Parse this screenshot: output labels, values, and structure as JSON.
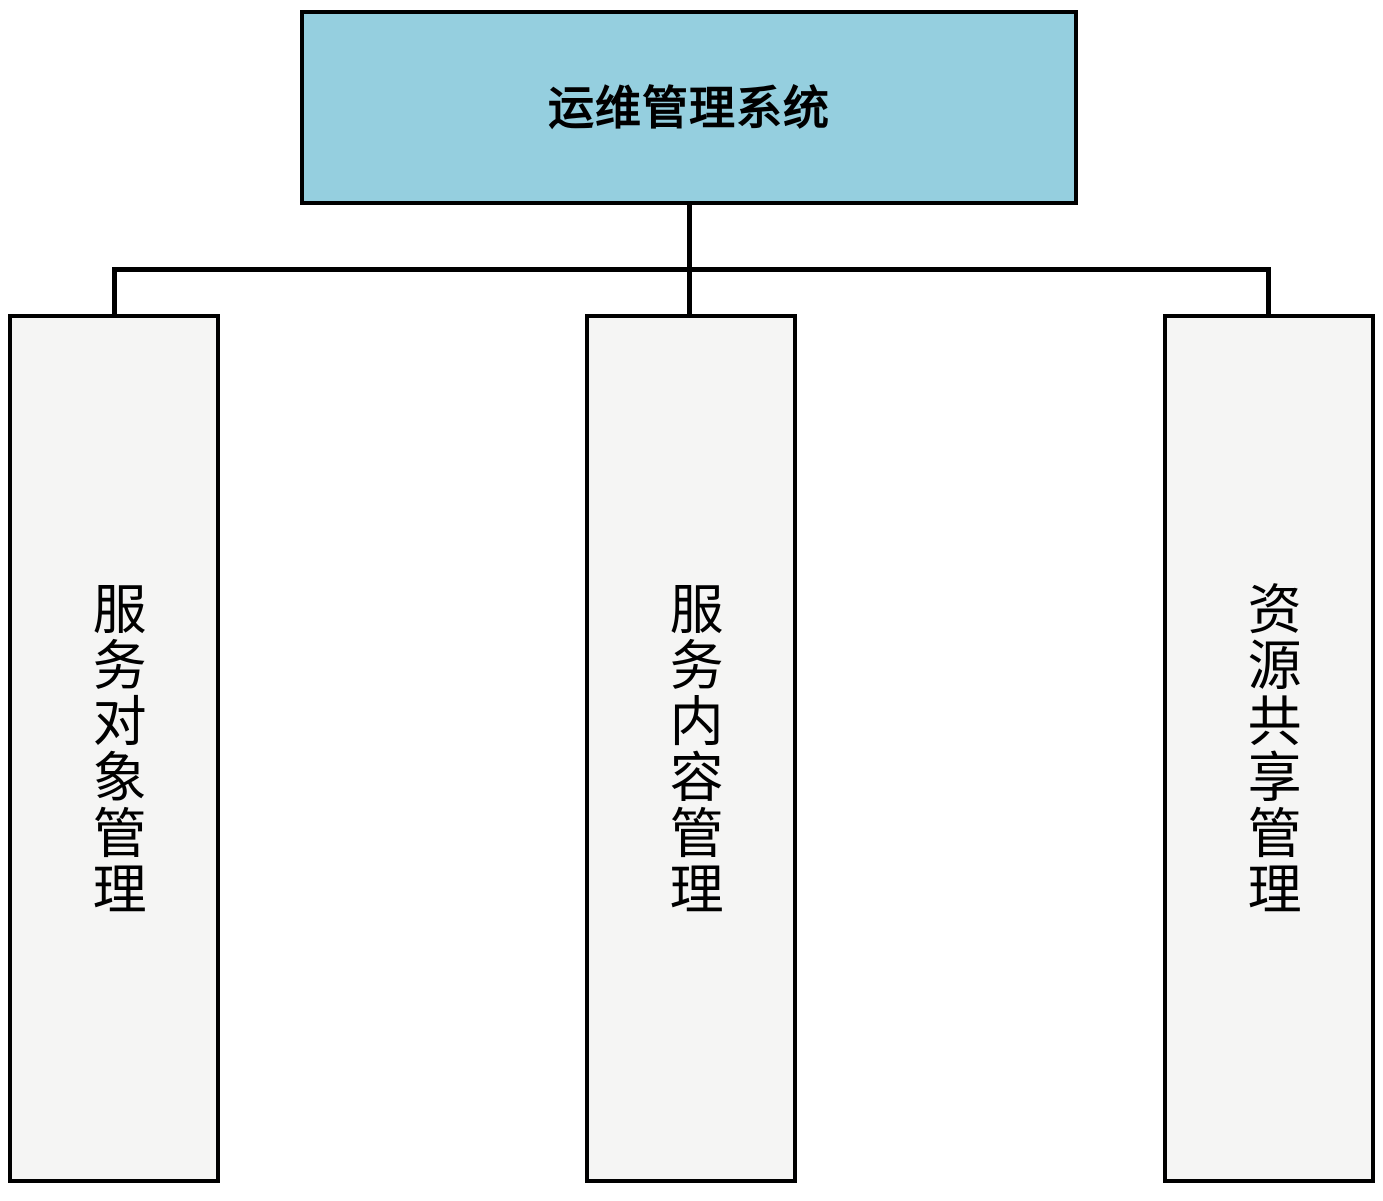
{
  "diagram": {
    "type": "organization-tree",
    "orientation": "top-down",
    "background_color": "#FFFFFF",
    "line_color": "#000000",
    "root": {
      "label": "运维管理系统",
      "fill_color": "#95CFDF",
      "border_color": "#000000",
      "text_color": "#000000",
      "bold": true
    },
    "children": [
      {
        "label": "服务对象管理",
        "fill_color": "#F5F5F4",
        "border_color": "#000000",
        "text_color": "#000000",
        "text_direction": "vertical"
      },
      {
        "label": "服务内容管理",
        "fill_color": "#F5F5F4",
        "border_color": "#000000",
        "text_color": "#000000",
        "text_direction": "vertical"
      },
      {
        "label": "资源共享管理",
        "fill_color": "#F5F5F4",
        "border_color": "#000000",
        "text_color": "#000000",
        "text_direction": "vertical"
      }
    ]
  }
}
